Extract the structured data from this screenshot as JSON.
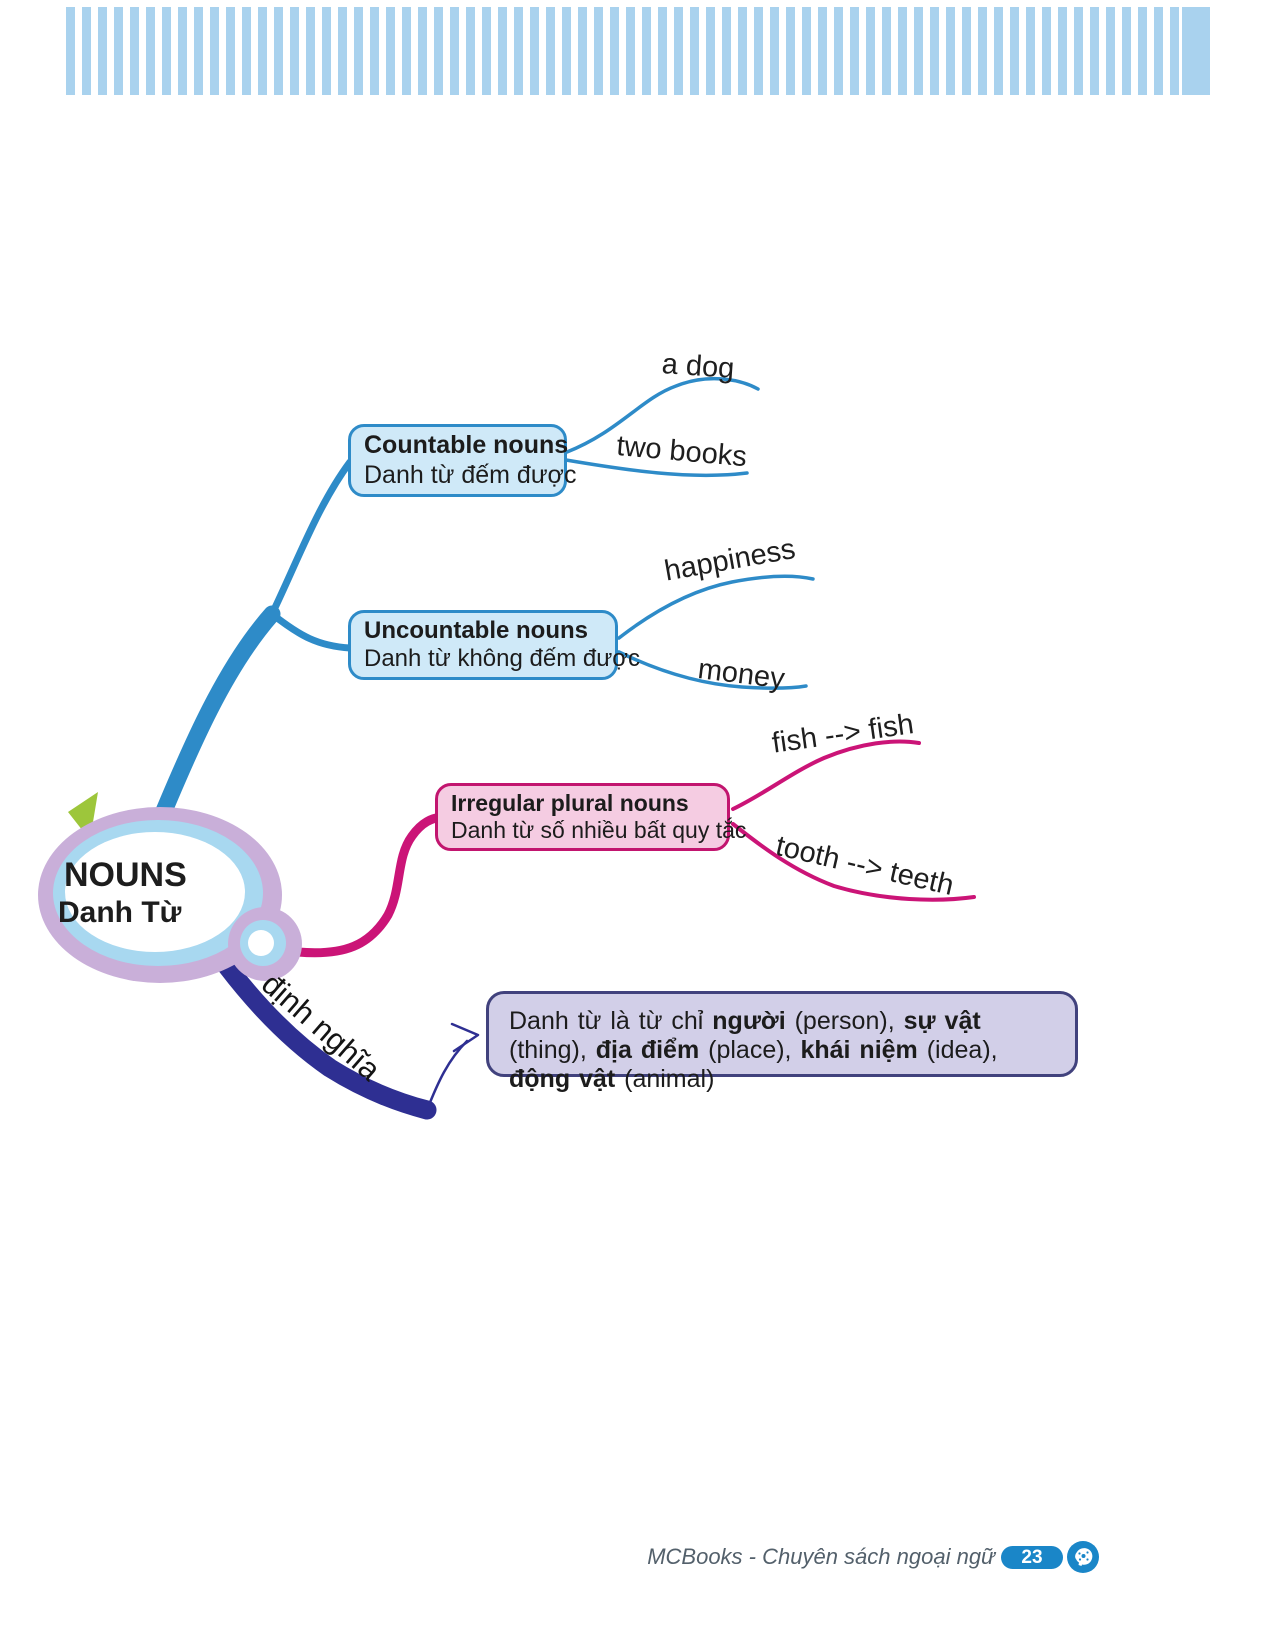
{
  "banner": {
    "stripe_color": "#a9d2ee"
  },
  "central": {
    "title": "NOUNS",
    "subtitle": "Danh Từ"
  },
  "branches": {
    "countable": {
      "title": "Countable nouns",
      "subtitle": "Danh từ đếm được",
      "children": [
        "a dog",
        "two books"
      ]
    },
    "uncountable": {
      "title": "Uncountable nouns",
      "subtitle": "Danh từ không đếm được",
      "children": [
        "happiness",
        "money"
      ]
    },
    "irregular": {
      "title": "Irregular plural nouns",
      "subtitle": "Danh từ số nhiều bất quy tắc",
      "children": [
        "fish --> fish",
        "tooth --> teeth"
      ]
    },
    "definition": {
      "label": "định nghĩa",
      "segments": [
        {
          "t": "Danh từ là từ chỉ ",
          "b": false
        },
        {
          "t": "người",
          "b": true
        },
        {
          "t": " (person), ",
          "b": false
        },
        {
          "t": "sự vật",
          "b": true
        },
        {
          "t": " (thing), ",
          "b": false
        },
        {
          "t": "địa điểm",
          "b": true
        },
        {
          "t": " (place), ",
          "b": false
        },
        {
          "t": "khái niệm",
          "b": true
        },
        {
          "t": " (idea), ",
          "b": false
        },
        {
          "t": "động vật",
          "b": true
        },
        {
          "t": " (animal)",
          "b": false
        }
      ]
    }
  },
  "footer": {
    "imprint": "MCBooks - Chuyên sách ngoại ngữ",
    "page_number": "23"
  },
  "colors": {
    "branch_blue": "#2e8bc8",
    "branch_magenta": "#cb1477",
    "branch_navy": "#2e2f92",
    "node_outer_lavender": "#c9afd9",
    "node_ring_blue": "#a8d8f0",
    "countable_fill": "#cfe9f8",
    "irregular_fill": "#f5cce2",
    "definition_fill": "#d2cfe8",
    "definition_border": "#41427d",
    "footer_blue": "#1a86c8"
  }
}
